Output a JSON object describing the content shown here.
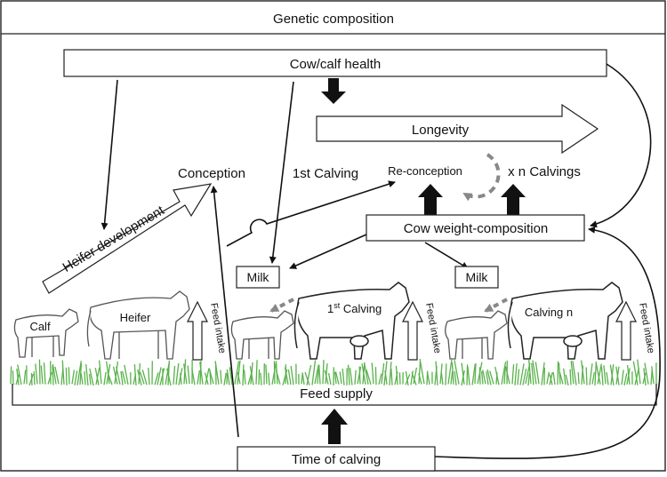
{
  "labels": {
    "genetic_composition": "Genetic composition",
    "cow_calf_health": "Cow/calf health",
    "longevity": "Longevity",
    "conception": "Conception",
    "first_calving": "1st Calving",
    "reconception": "Re-conception",
    "n_calvings": "x n Calvings",
    "heifer_development": "Heifer development",
    "cow_weight_composition": "Cow weight-composition",
    "milk_1": "Milk",
    "milk_2": "Milk",
    "calf": "Calf",
    "heifer": "Heifer",
    "calving_1_prefix": "1",
    "calving_1_sup": "st",
    "calving_1_word": " Calving",
    "calving_n": "Calving n",
    "feed_intake_1": "Feed intake",
    "feed_intake_2": "Feed intake",
    "feed_intake_3": "Feed intake",
    "feed_supply": "Feed supply",
    "time_of_calving": "Time of calving"
  },
  "colors": {
    "grass": "#58b24a",
    "cycle_arrow": "#888888",
    "outline": "#222222"
  }
}
